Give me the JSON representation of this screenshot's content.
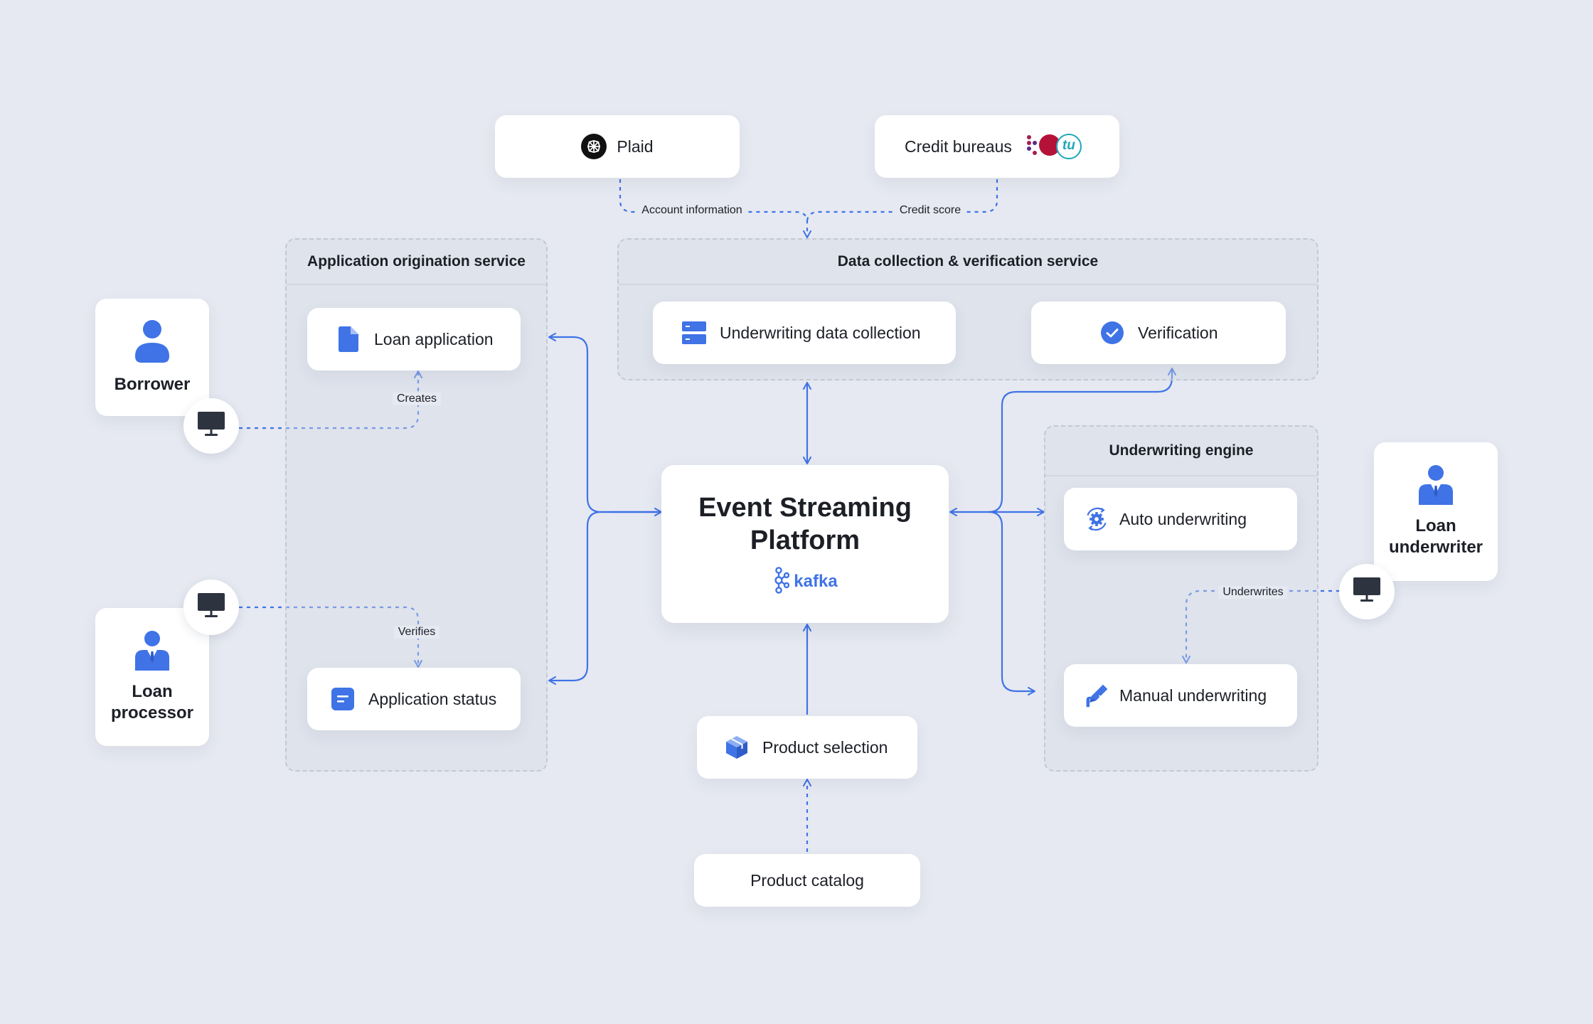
{
  "colors": {
    "background": "#e6e9f1",
    "accent": "#3f73e6",
    "card": "#ffffff",
    "group_border": "#c3c8d3"
  },
  "sources": {
    "plaid": {
      "label": "Plaid",
      "icon": "plaid-logo"
    },
    "credit_bureaus": {
      "label": "Credit bureaus",
      "icons": [
        "equifax-logo",
        "experian-logo",
        "transunion-logo"
      ],
      "tu_text": "tu"
    }
  },
  "groups": {
    "origination": {
      "title": "Application origination service"
    },
    "data_collection": {
      "title": "Data collection & verification service"
    },
    "underwriting": {
      "title": "Underwriting engine"
    }
  },
  "nodes": {
    "loan_application": {
      "label": "Loan application",
      "icon": "document-icon"
    },
    "application_status": {
      "label": "Application status",
      "icon": "status-list-icon"
    },
    "underwriting_data_collection": {
      "label": "Underwriting data collection",
      "icon": "server-stack-icon"
    },
    "verification": {
      "label": "Verification",
      "icon": "check-circle-icon"
    },
    "auto_underwriting": {
      "label": "Auto underwriting",
      "icon": "gear-cycle-icon"
    },
    "manual_underwriting": {
      "label": "Manual underwriting",
      "icon": "pen-hand-icon"
    },
    "product_selection": {
      "label": "Product selection",
      "icon": "box-icon"
    },
    "product_catalog": {
      "label": "Product catalog"
    }
  },
  "platform": {
    "title_line1": "Event Streaming",
    "title_line2": "Platform",
    "brand": "kafka"
  },
  "actors": {
    "borrower": {
      "name": "Borrower",
      "icon": "person-icon"
    },
    "loan_processor": {
      "name_line1": "Loan",
      "name_line2": "processor",
      "icon": "businessman-icon"
    },
    "loan_underwriter": {
      "name_line1": "Loan",
      "name_line2": "underwriter",
      "icon": "businessman-icon"
    }
  },
  "edge_labels": {
    "account_information": "Account information",
    "credit_score": "Credit score",
    "creates": "Creates",
    "verifies": "Verifies",
    "underwrites": "Underwrites"
  }
}
